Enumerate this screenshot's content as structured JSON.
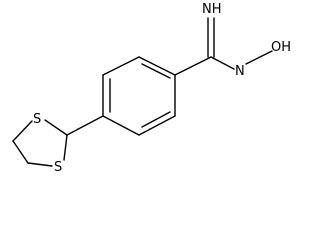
{
  "molecule": {
    "atom_labels": {
      "imine": "NH",
      "amidoxime_n": "N",
      "hydroxyl": "OH",
      "thio_top": "S",
      "thio_bottom": "S"
    },
    "colors": {
      "bond": "#000000",
      "text": "#000000",
      "background": "#ffffff"
    }
  }
}
